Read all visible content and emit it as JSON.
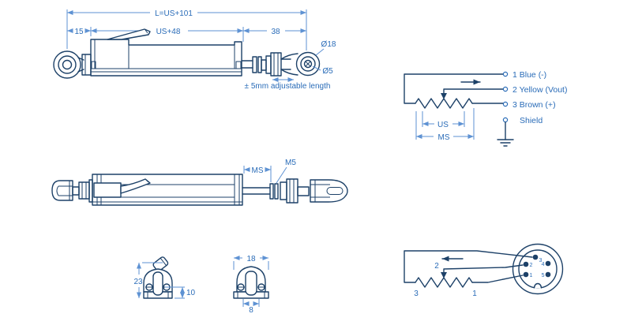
{
  "colors": {
    "outline": "#1d4168",
    "dim": "#5e92d3",
    "text": "#2a6cb8",
    "background": "#ffffff"
  },
  "top_view": {
    "dim_total": "L=US+101",
    "dim_left": "15",
    "dim_body": "US+48",
    "dim_right": "38",
    "dia_head": "Ø18",
    "dia_bore": "Ø5",
    "note": "± 5mm adjustable length"
  },
  "wiring": {
    "terminal_1": "1 Blue (-)",
    "terminal_2": "2 Yellow (Vout)",
    "terminal_3": "3 Brown (+)",
    "shield": "Shield",
    "dim_us": "US",
    "dim_ms": "MS"
  },
  "side_view": {
    "dim_ms": "MS",
    "thread": "M5"
  },
  "end_view_left": {
    "dim_height": "23",
    "dim_slot": "10"
  },
  "end_view_right": {
    "dim_width": "18",
    "dim_base": "8"
  },
  "connector_view": {
    "pot_left": "3",
    "pot_wiper": "2",
    "pot_right": "1",
    "pins": [
      "1",
      "2",
      "3",
      "4",
      "5"
    ]
  }
}
